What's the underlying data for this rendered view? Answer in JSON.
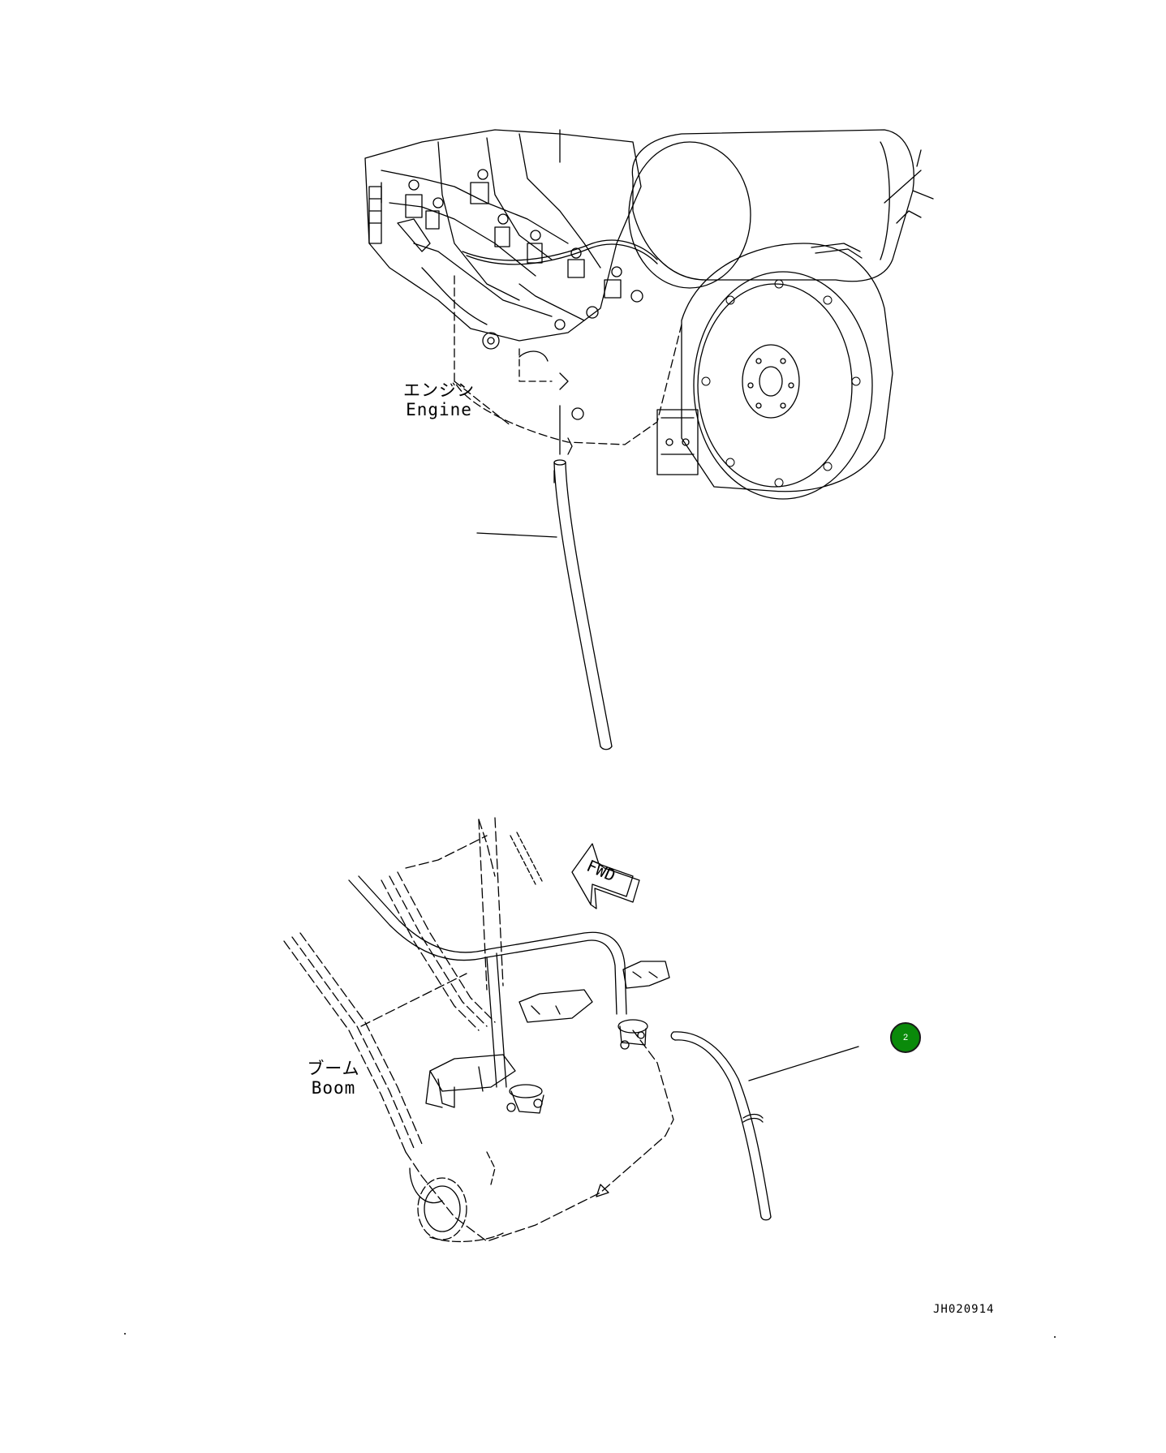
{
  "labels": {
    "engine_jp": "エンジン",
    "engine_en": "Engine",
    "boom_jp": "ブーム",
    "boom_en": "Boom",
    "fwd": "FWD",
    "drawing_id": "JH020914"
  },
  "callouts": [
    {
      "number": "2",
      "color": "#0a8a0a"
    }
  ],
  "colors": {
    "line": "#000000",
    "background": "#ffffff"
  }
}
